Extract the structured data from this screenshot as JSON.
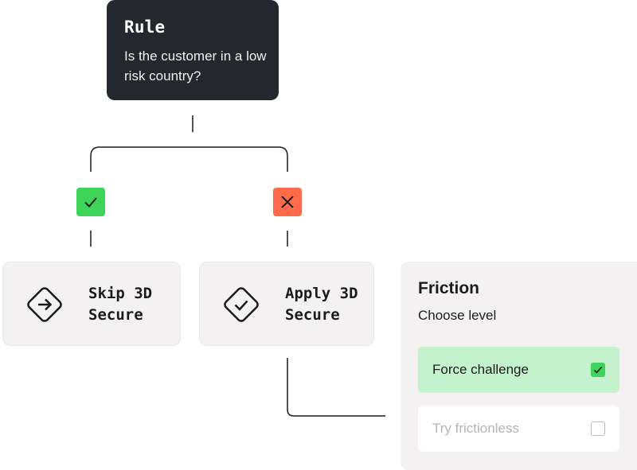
{
  "rule": {
    "title": "Rule",
    "question": "Is the customer in a low risk country?"
  },
  "branches": {
    "yes_icon": "check-icon",
    "no_icon": "x-icon",
    "yes_color": "#3ed45a",
    "no_color": "#ff6b4a"
  },
  "outcomes": {
    "skip_label_line1": "Skip 3D",
    "skip_label_line2": "Secure",
    "apply_label_line1": "Apply 3D",
    "apply_label_line2": "Secure"
  },
  "friction": {
    "title": "Friction",
    "subtitle": "Choose level",
    "options": [
      {
        "label": "Force challenge",
        "checked": true
      },
      {
        "label": "Try frictionless",
        "checked": false
      }
    ]
  }
}
